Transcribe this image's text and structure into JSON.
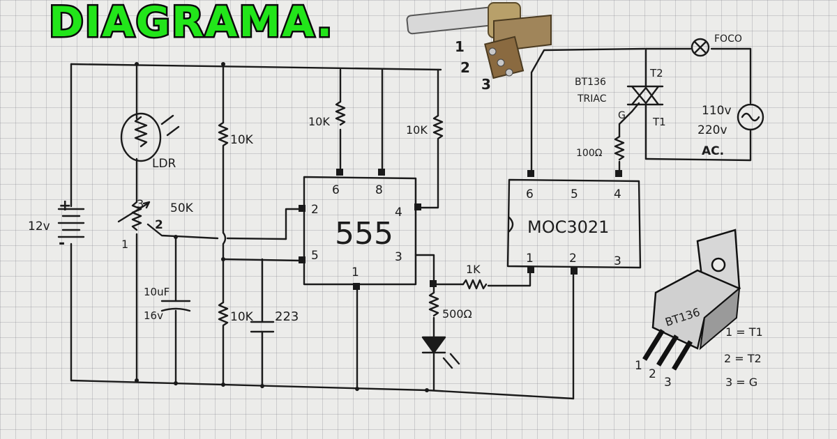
{
  "title": "DIAGRAMA.",
  "labels": {
    "battery": "12v",
    "ldr": "LDR",
    "pot": "50K",
    "pot_pin1": "1",
    "pot_pin2": "2",
    "pot_pin3": "3",
    "r_10k_mid": "10K",
    "r_10k_low": "10K",
    "r_10k_left_top": "10K",
    "r_10k_right_top": "10K",
    "cap_val": "10uF",
    "cap_volt": "16v",
    "cap_223": "223",
    "ic555": "555",
    "p555_6": "6",
    "p555_8": "8",
    "p555_2": "2",
    "p555_4": "4",
    "p555_5": "5",
    "p555_3": "3",
    "p555_1": "1",
    "r_1k": "1K",
    "r_500": "500Ω",
    "moc": "MOC3021",
    "moc_6": "6",
    "moc_5": "5",
    "moc_4": "4",
    "moc_1": "1",
    "moc_2": "2",
    "moc_3": "3",
    "r_100": "100Ω",
    "triac1": "BT136",
    "triac2": "TRIAC",
    "t2": "T2",
    "t1": "T1",
    "g": "G",
    "lamp": "FOCO",
    "ac1": "110v",
    "ac2": "220v",
    "ac3": "AC.",
    "pot_photo_1": "1",
    "pot_photo_2": "2",
    "pot_photo_3": "3",
    "pkg_name": "BT136",
    "pkg_pin1": "1",
    "pkg_pin2": "2",
    "pkg_pin3": "3",
    "legend1": "1 = T1",
    "legend2": "2 = T2",
    "legend3": "3 = G"
  }
}
